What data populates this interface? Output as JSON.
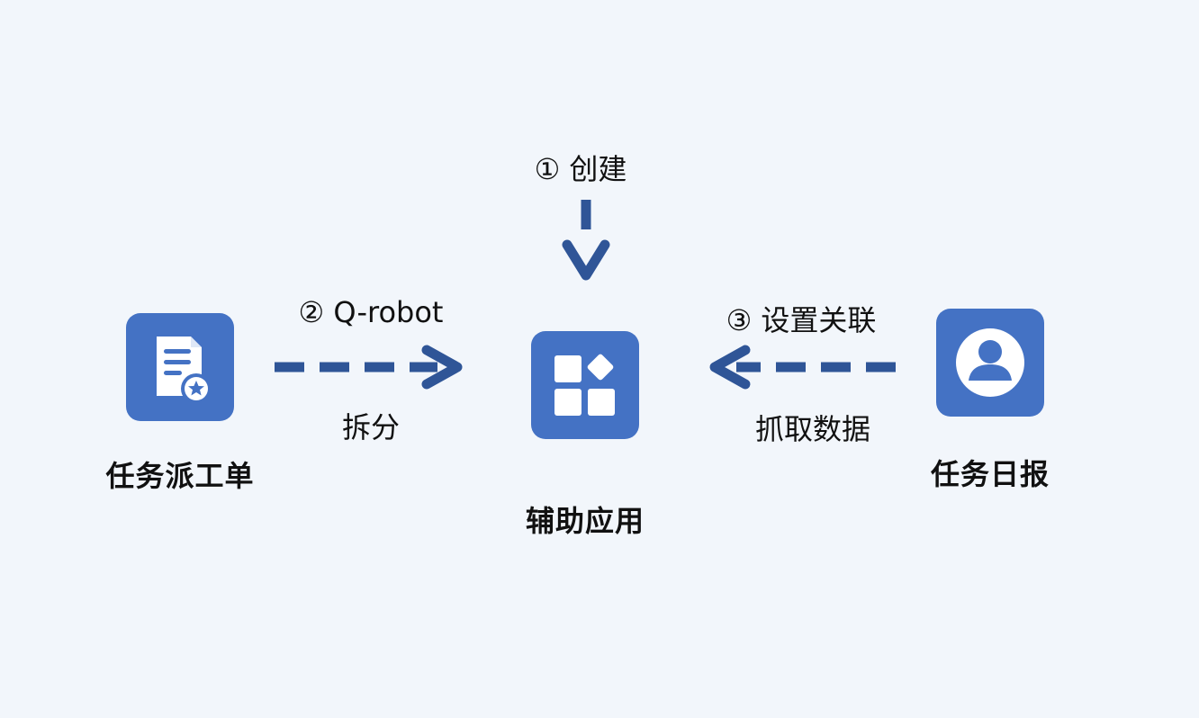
{
  "nodes": {
    "dispatch": {
      "label": "任务派工单",
      "icon": "document-star-icon"
    },
    "helper": {
      "label": "辅助应用",
      "icon": "app-grid-icon"
    },
    "daily": {
      "label": "任务日报",
      "icon": "user-avatar-icon"
    }
  },
  "edges": {
    "create": {
      "label": "① 创建"
    },
    "robot": {
      "label": "② Q-robot",
      "sublabel": "拆分"
    },
    "link": {
      "label": "③ 设置关联",
      "sublabel": "抓取数据"
    }
  },
  "colors": {
    "background": "#f2f6fb",
    "tile": "#4472c4",
    "arrow": "#2f5597",
    "text": "#111111"
  }
}
